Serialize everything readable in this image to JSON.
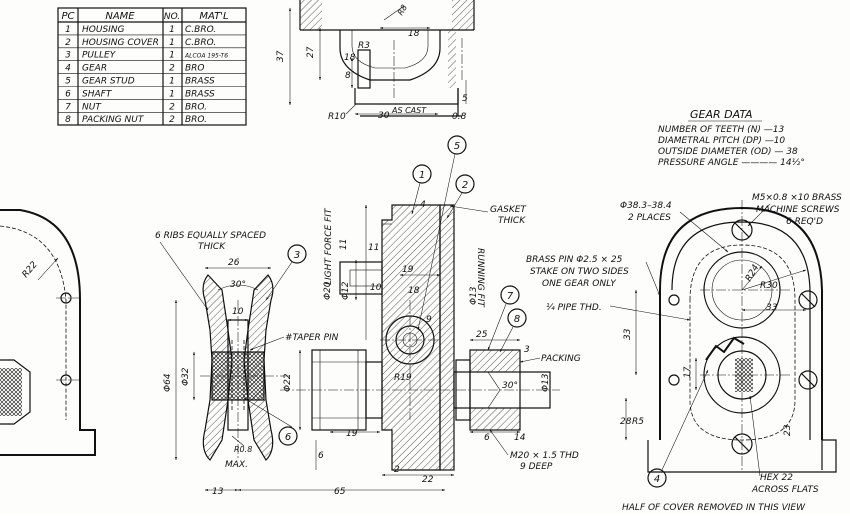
{
  "parts_table": {
    "headers": [
      "PC",
      "NAME",
      "NO.",
      "MAT'L"
    ],
    "rows": [
      {
        "pc": "1",
        "name": "HOUSING",
        "no": "1",
        "matl": "C.BRO."
      },
      {
        "pc": "2",
        "name": "HOUSING COVER",
        "no": "1",
        "matl": "C.BRO."
      },
      {
        "pc": "3",
        "name": "PULLEY",
        "no": "1",
        "matl": "ALCOA 195-T6"
      },
      {
        "pc": "4",
        "name": "GEAR",
        "no": "2",
        "matl": "BRO"
      },
      {
        "pc": "5",
        "name": "GEAR STUD",
        "no": "1",
        "matl": "BRASS"
      },
      {
        "pc": "6",
        "name": "SHAFT",
        "no": "1",
        "matl": "BRASS"
      },
      {
        "pc": "7",
        "name": "NUT",
        "no": "2",
        "matl": "BRO."
      },
      {
        "pc": "8",
        "name": "PACKING NUT",
        "no": "2",
        "matl": "BRO."
      }
    ]
  },
  "gear_data": {
    "title": "GEAR DATA",
    "lines": [
      "NUMBER OF TEETH (N) —13",
      "DIAMETRAL PITCH (DP) —10",
      "OUTSIDE DIAMETER (OD) — 38",
      "PRESSURE ANGLE ———— 14½°"
    ]
  },
  "notes": {
    "ribs": "6 RIBS EQUALLY SPACED",
    "ribs_thick": "THICK",
    "taper_pin": "#TAPER PIN",
    "light_force_fit": "LIGHT FORCE FIT",
    "running_fit": "RUNNING FIT",
    "gasket": "GASKET",
    "gasket_thick": "THICK",
    "brass_pin_1": "BRASS PIN Φ2.5 × 25",
    "brass_pin_2": "STAKE ON TWO SIDES",
    "brass_pin_3": "ONE GEAR ONLY",
    "pipe_thd": "¼ PIPE THD.",
    "packing": "PACKING",
    "m20_1": "M20 × 1.5 THD",
    "m20_2": "9 DEEP",
    "hex_1": "HEX 22",
    "hex_2": "ACROSS FLATS",
    "half_cover": "HALF OF COVER REMOVED IN THIS VIEW",
    "bore_1": "Φ38.3–38.4",
    "bore_2": "2 PLACES",
    "screws_1": "M5×0.8 ×10 BRASS",
    "screws_2": "MACHINE SCREWS",
    "screws_3": "6 REQ'D",
    "as_cast": "AS CAST",
    "max": "MAX."
  },
  "dims": {
    "d18_top": "18",
    "r8": "R8",
    "r3": "R3",
    "d27": "27",
    "d37": "37",
    "d18b": "18",
    "d8": "8",
    "d5": "5",
    "r10": "R10",
    "d30": "30",
    "d08": "0.8",
    "d26": "26",
    "d30deg": "30°",
    "d10": "10",
    "d32": "Φ32",
    "d64": "Φ64",
    "r08": "R0.8",
    "d13": "13",
    "d65": "65",
    "d22": "Φ22",
    "d20": "Φ20",
    "d12": "Φ12",
    "d11a": "11",
    "d11b": "11",
    "d4": "4",
    "d19a": "19",
    "d10b": "10",
    "d18c": "18",
    "d9": "9",
    "r19": "R19",
    "d6a": "6",
    "d19b": "19",
    "d2": "2",
    "d22b": "22",
    "d13b": "Φ13",
    "d25": "25",
    "d3": "3",
    "d30b": "30°",
    "d13c": "Φ13",
    "d6b": "6",
    "d14": "14",
    "r24": "R24",
    "r30": "R30",
    "d33": "33",
    "d33v": "33",
    "d17": "17",
    "d28": "28",
    "r5": "R5",
    "d23": "23",
    "r22": "R22"
  },
  "balloons": [
    "1",
    "2",
    "3",
    "4",
    "5",
    "6",
    "7",
    "8"
  ]
}
